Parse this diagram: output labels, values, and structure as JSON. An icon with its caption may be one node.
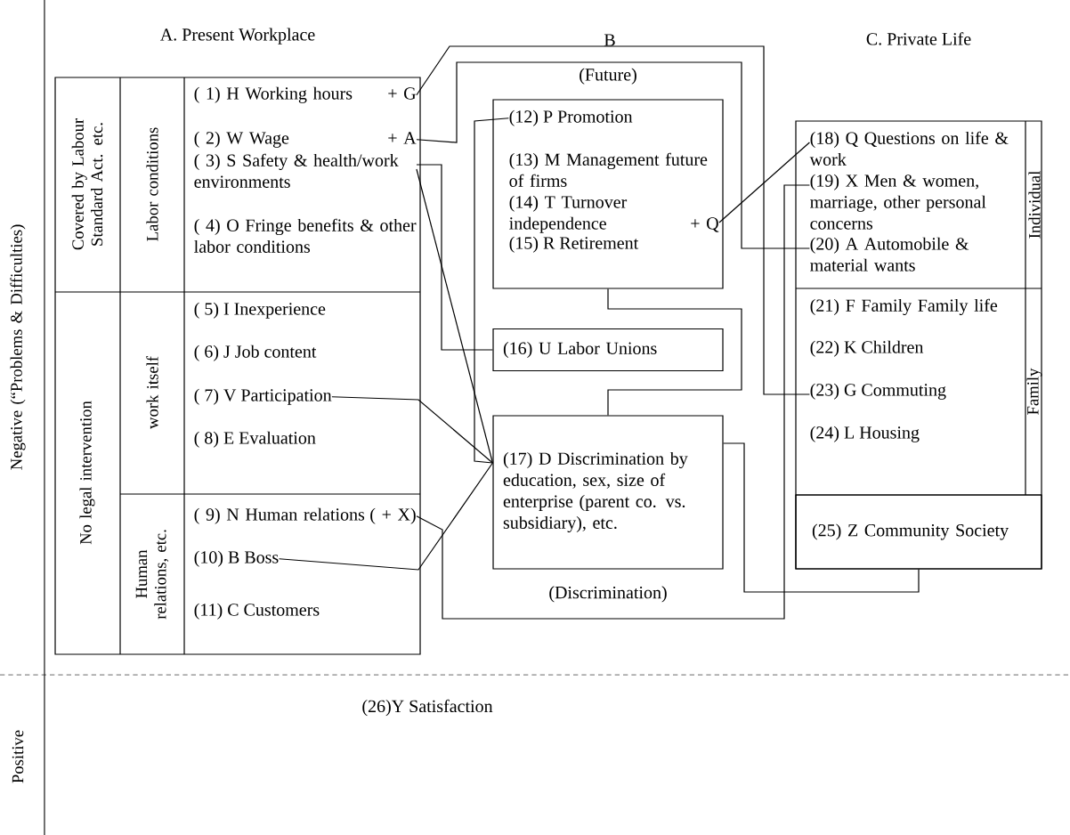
{
  "diagram": {
    "nodes": [
      {
        "text": [
          "A. Present Workplace"
        ]
      },
      {
        "text": [
          "( 1) H Working hours",
          "+ G"
        ],
        "in": 0
      },
      {
        "text": [
          "( 2) W Wage",
          "+ A"
        ],
        "in": 0
      },
      {
        "text": [
          "( 3) S Safety & health/work environments"
        ],
        "in": 0
      },
      {
        "text": [
          "( 4) O Fringe benefits & other labor conditions"
        ],
        "in": 0
      },
      {
        "text": [
          "( 5) I Inexperience"
        ],
        "in": 0
      },
      {
        "text": [
          "( 6) J Job content"
        ],
        "in": 0
      },
      {
        "text": [
          "( 7) V Participation"
        ],
        "in": 0
      },
      {
        "text": [
          "( 8) E Evaluation"
        ],
        "in": 0
      },
      {
        "text": [
          "( 9) N Human relations",
          "( + X)"
        ],
        "in": 0
      },
      {
        "text": [
          "(10) B Boss"
        ],
        "in": 0
      },
      {
        "text": [
          "(11) C Customers"
        ],
        "in": 0
      },
      {
        "text": [
          "(Future)"
        ]
      },
      {
        "text": [
          "(12) P Promotion"
        ],
        "in": 12
      },
      {
        "text": [
          "(13) M Management future of firms"
        ],
        "in": 12
      },
      {
        "text": [
          "(14) T Turnover independence",
          "+ Q"
        ],
        "in": 12
      },
      {
        "text": [
          "(15) R Retirement"
        ],
        "in": 12
      },
      {
        "text": [
          "(16) U Labor Unions"
        ]
      },
      {
        "text": [
          "(17) D Discrimination by education, sex, size of enterprise (parent co. vs. subsidiary), etc.",
          "(Discrimination)"
        ]
      },
      {
        "text": [
          "C. Private Life"
        ]
      },
      {
        "text": [
          "(18) Q Questions on life & work"
        ],
        "in": 19
      },
      {
        "text": [
          "(19) X Men & women, marriage, other personal concerns"
        ],
        "in": 19
      },
      {
        "text": [
          "(20) A Automobile & material wants"
        ],
        "in": 19
      },
      {
        "text": [
          "(21) F Family Family life"
        ],
        "in": 19
      },
      {
        "text": [
          "(22) K Children"
        ],
        "in": 19
      },
      {
        "text": [
          "(23) G Commuting"
        ],
        "in": 19
      },
      {
        "text": [
          "(24) L Housing"
        ],
        "in": 19
      },
      {
        "text": [
          "(25) Z Community Society"
        ],
        "in": 19
      }
    ],
    "edges": [
      {
        "from": 1,
        "to": 25,
        "arrow": "none"
      },
      {
        "from": 2,
        "to": 22,
        "arrow": "none"
      },
      {
        "from": 3,
        "to": 17,
        "arrow": "none"
      },
      {
        "from": 3,
        "to": 18,
        "arrow": "none"
      },
      {
        "from": 7,
        "to": 18,
        "arrow": "none"
      },
      {
        "from": 9,
        "to": 21,
        "arrow": "none"
      },
      {
        "from": 10,
        "to": 18,
        "arrow": "none"
      },
      {
        "from": 13,
        "to": 18,
        "arrow": "none"
      },
      {
        "from": 15,
        "to": 20,
        "arrow": "none"
      },
      {
        "from": 12,
        "to": 18,
        "arrow": "none"
      },
      {
        "from": 18,
        "to": 27,
        "arrow": "none"
      }
    ],
    "labels": [
      "Negative (“Problems & Difficulties)",
      "B",
      "Covered by Labour Standard Act. etc.",
      "Labor conditions",
      "No legal intervention",
      "work itself",
      "Human relations, etc.",
      "Individual",
      "Family",
      "(26)Y Satisfaction",
      "Positive"
    ]
  }
}
